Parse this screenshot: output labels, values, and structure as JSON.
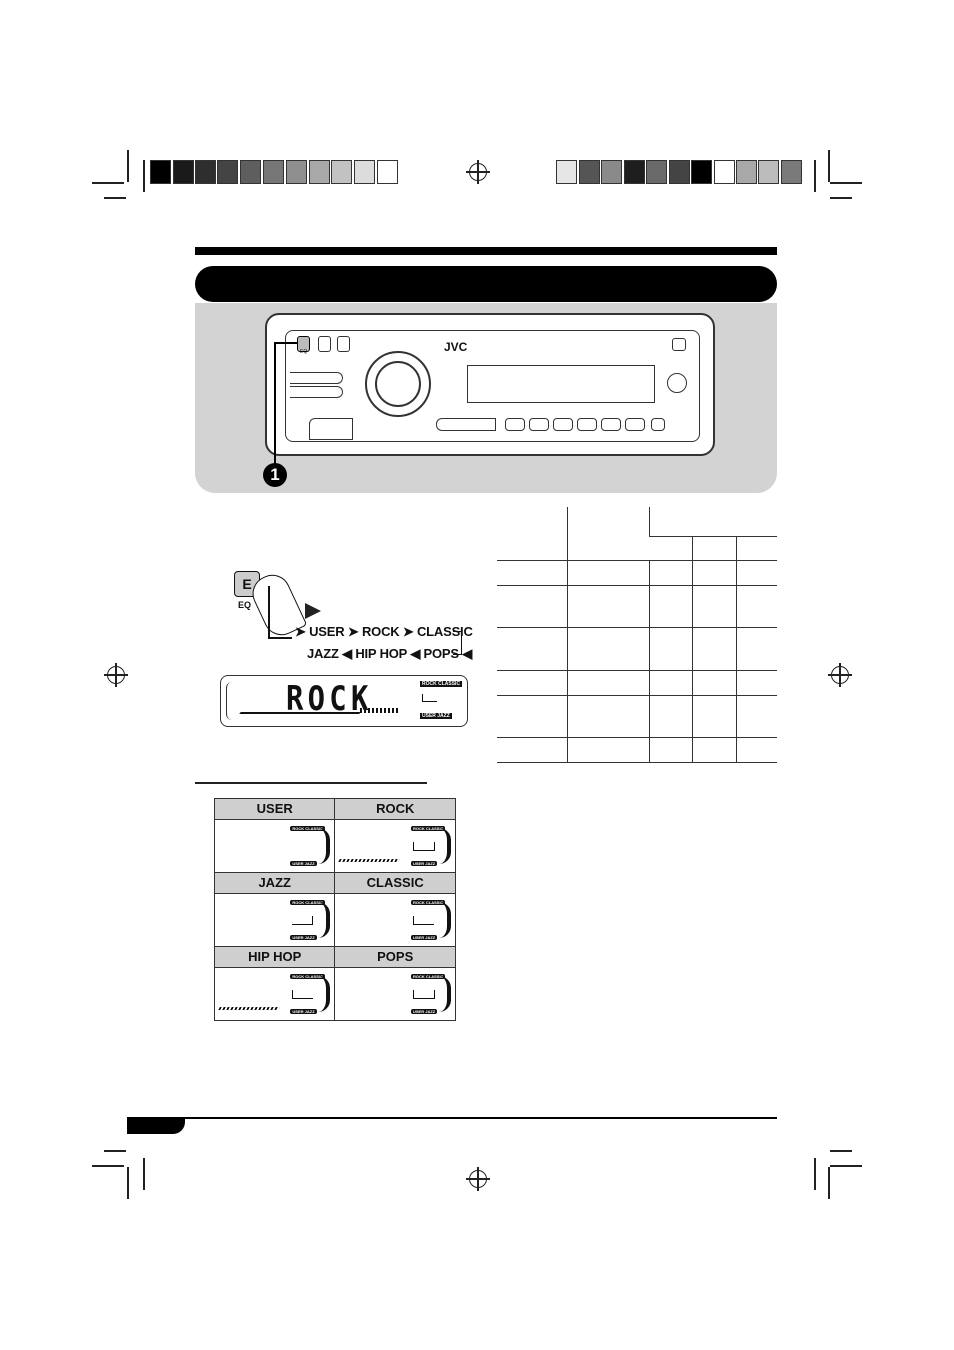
{
  "brand": {
    "logo_text": "JVC"
  },
  "faceplate": {
    "eq_label": "EQ"
  },
  "callout": {
    "number": "1"
  },
  "eq_illustration": {
    "button_letter": "E",
    "button_label": "EQ",
    "row1": [
      "USER",
      "ROCK",
      "CLASSIC"
    ],
    "row2": [
      "JAZZ",
      "HIP HOP",
      "POPS"
    ]
  },
  "lcd_display": {
    "text": "ROCK",
    "indicator_top": "ROCK CLASSIC",
    "indicator_bottom": "USER JAZZ"
  },
  "modes": [
    {
      "name": "USER"
    },
    {
      "name": "ROCK"
    },
    {
      "name": "JAZZ"
    },
    {
      "name": "CLASSIC"
    },
    {
      "name": "HIP HOP"
    },
    {
      "name": "POPS"
    }
  ],
  "indicator_labels": {
    "top": "ROCK CLASSIC",
    "bottom": "USER JAZZ"
  },
  "colors": {
    "panel": "#d3d3d3",
    "header": "#000000",
    "grid_head": "#cfcfcf"
  }
}
